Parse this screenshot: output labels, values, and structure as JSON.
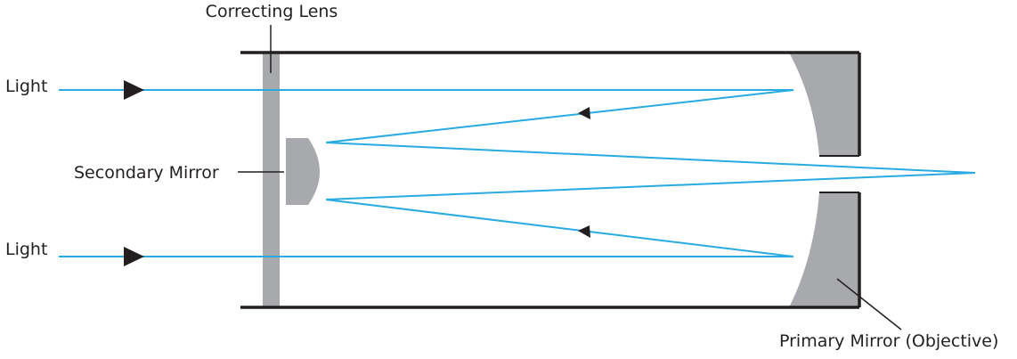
{
  "labels": {
    "correcting_lens": "Correcting Lens",
    "light_top": "Light",
    "light_bottom": "Light",
    "secondary_mirror": "Secondary Mirror",
    "primary_mirror": "Primary Mirror (Objective)"
  },
  "colors": {
    "light_ray": "#29abe2",
    "tube_outline": "#231f20",
    "optics_fill": "#a7a9ac",
    "arrow": "#231f20",
    "leader_line": "#231f20",
    "text": "#231f20"
  },
  "icons": {
    "incoming_light_arrow": "right-pointing-triangle",
    "reflected_ray_arrow": "left-pointing-triangle"
  }
}
